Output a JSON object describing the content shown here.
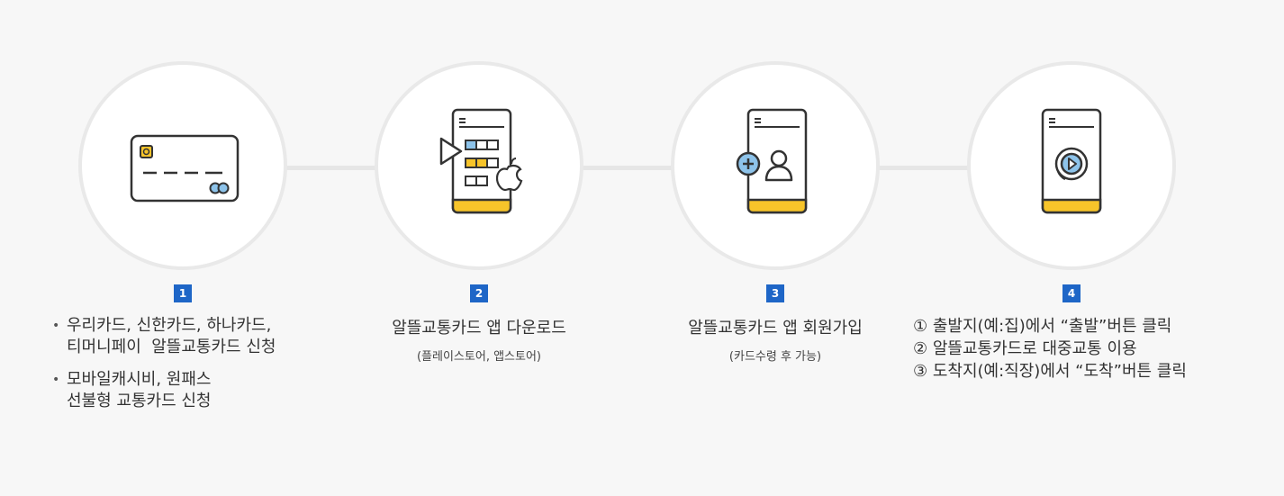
{
  "steps": [
    {
      "number": "1",
      "icon": "credit-card-icon",
      "bullets": [
        [
          "우리카드, 신한카드, 하나카드,",
          "티머니페이  알뜰교통카드 신청"
        ],
        [
          "모바일캐시비, 원패스",
          "선불형 교통카드 신청"
        ]
      ]
    },
    {
      "number": "2",
      "icon": "app-store-download-icon",
      "title": "알뜰교통카드 앱 다운로드",
      "subtitle": "(플레이스토어, 앱스토어)"
    },
    {
      "number": "3",
      "icon": "add-user-icon",
      "title": "알뜰교통카드 앱 회원가입",
      "subtitle": "(카드수령 후 가능)"
    },
    {
      "number": "4",
      "icon": "play-button-icon",
      "lines": [
        "① 출발지(예:집)에서 “출발”버튼 클릭",
        "② 알뜰교통카드로 대중교통 이용",
        "③ 도착지(예:직장)에서 “도착”버튼 클릭"
      ]
    }
  ],
  "colors": {
    "accent_blue": "#1e66c7",
    "icon_yellow": "#f7c42a",
    "icon_blue": "#8dc3ea",
    "line": "#333333"
  }
}
